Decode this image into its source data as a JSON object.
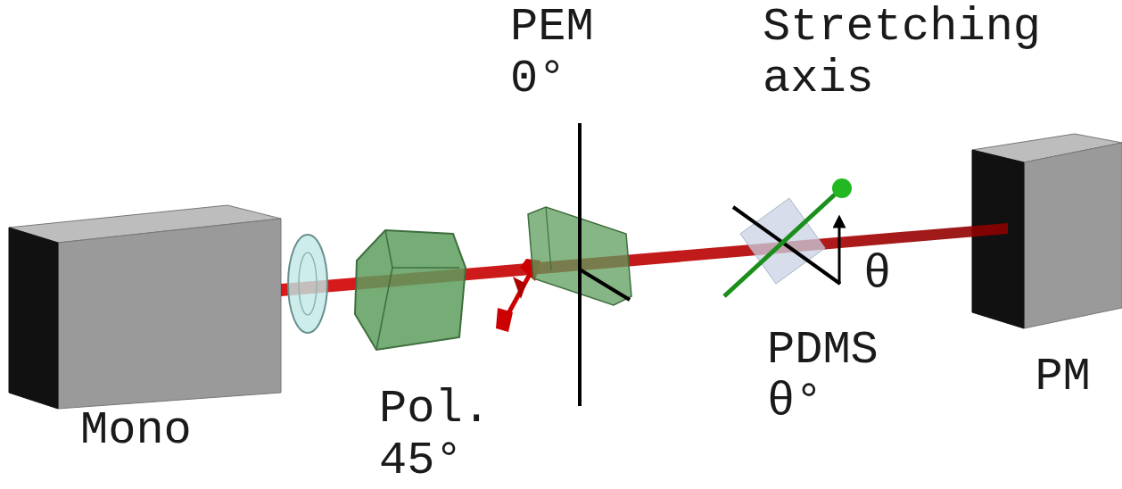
{
  "diagram": {
    "labels": [
      "PEM 0°",
      "Stretching axis",
      "θ",
      "PDMS θ°",
      "PM",
      "Mono",
      "Pol. 45°"
    ]
  }
}
